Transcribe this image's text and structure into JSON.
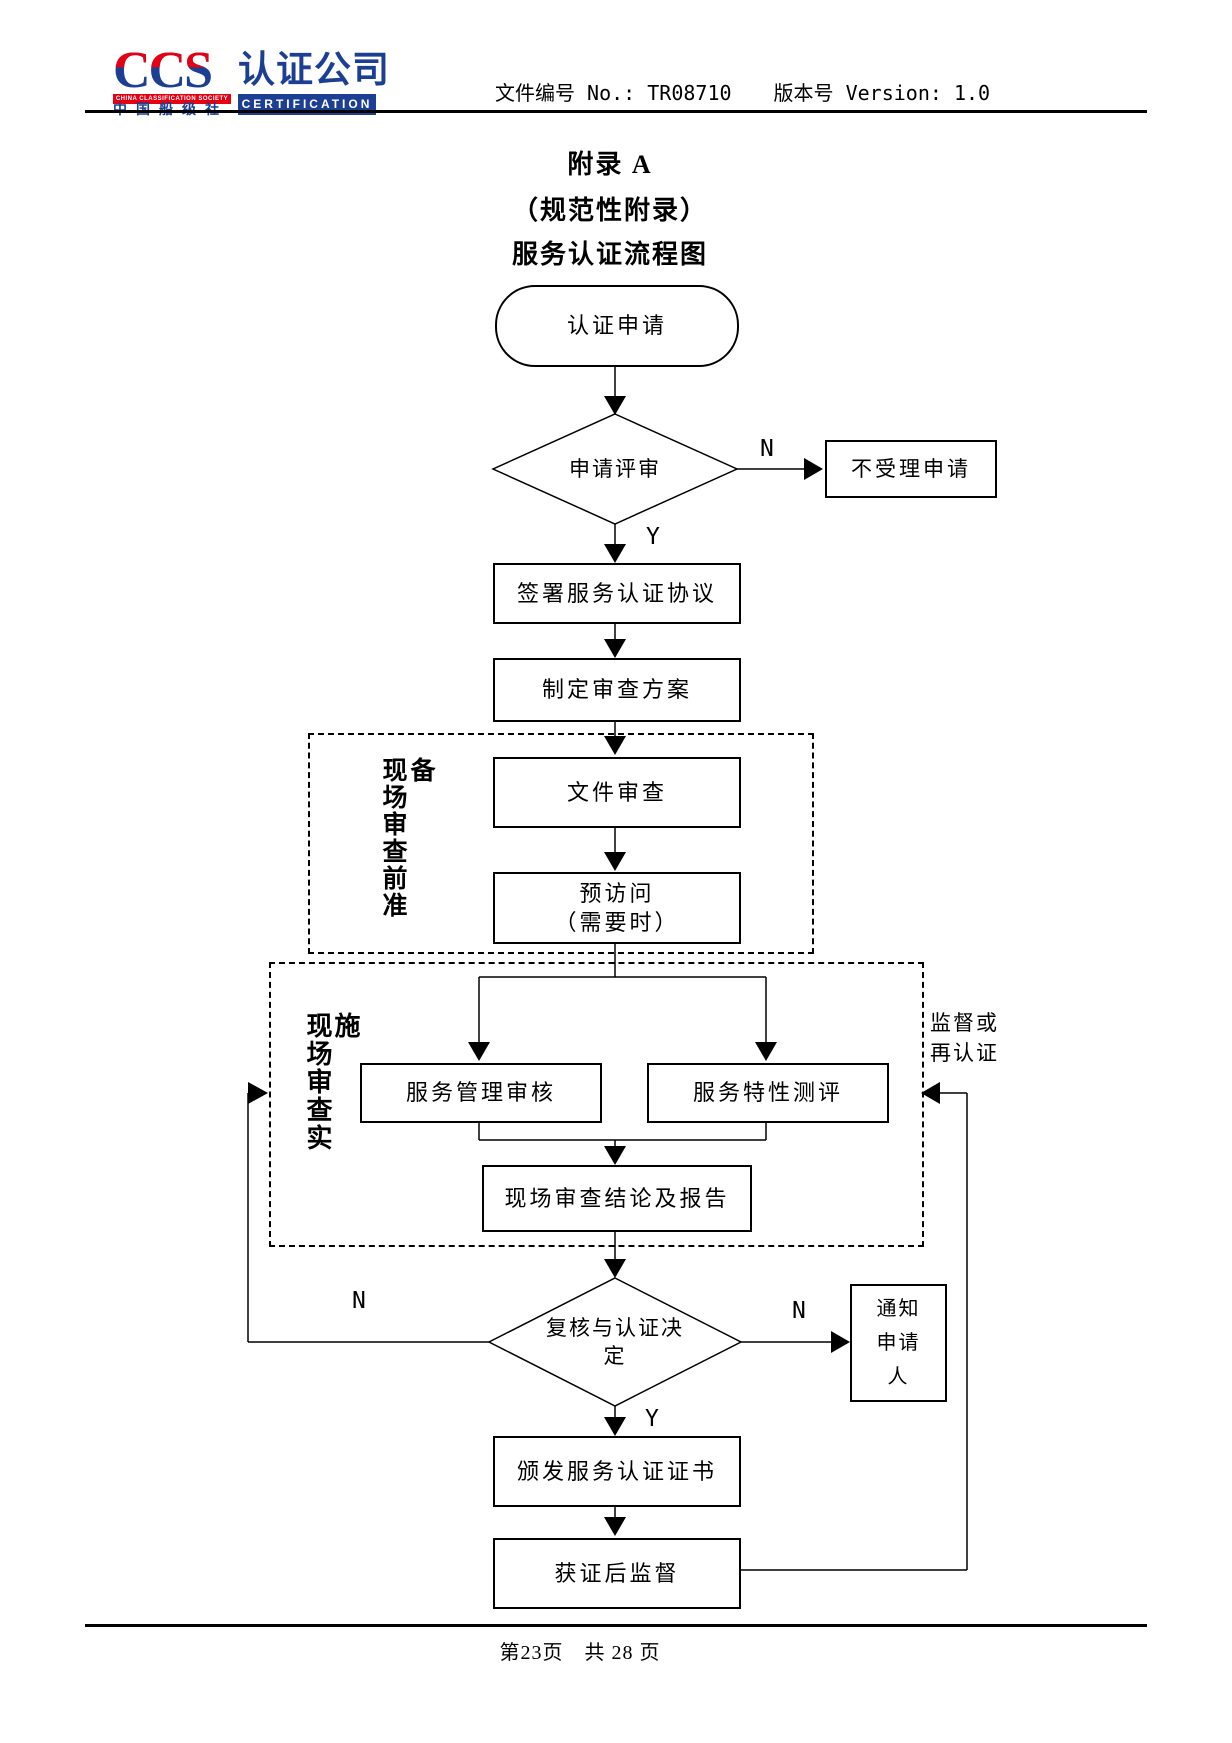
{
  "header": {
    "logo": {
      "ccs": "CCS",
      "society_en": "CHINA CLASSIFICATION SOCIETY",
      "society_cn": "中国船级社",
      "company": "认证公司",
      "certification": "CERTIFICATION",
      "brand_blue": "#1c3f94",
      "brand_red": "#e60012"
    },
    "doc_no": "文件编号 No.: TR08710",
    "version": "版本号 Version: 1.0"
  },
  "title": {
    "line1": "附录 A",
    "line2": "（规范性附录）",
    "line3": "服务认证流程图"
  },
  "flowchart": {
    "start": "认证申请",
    "decision_review": "申请评审",
    "reject": "不受理申请",
    "sign_agreement": "签署服务认证协议",
    "make_plan": "制定审查方案",
    "group_pre_audit": "现场审查前准备",
    "doc_review": "文件审查",
    "previsit_line1": "预访问",
    "previsit_line2": "（需要时）",
    "group_onsite": "现场审查实施",
    "service_mgmt_audit": "服务管理审核",
    "service_feature_eval": "服务特性测评",
    "onsite_conclusion": "现场审查结论及报告",
    "decision_final_line1": "复核与认证决",
    "decision_final_line2": "定",
    "notify_line1": "通知",
    "notify_line2": "申请",
    "notify_line3": "人",
    "issue_cert": "颁发服务认证证书",
    "post_cert_supervision": "获证后监督",
    "supervision_line1": "监督或",
    "supervision_line2": "再认证",
    "yes": "Y",
    "no": "N"
  },
  "footer": {
    "page_info": "第23页　共 28 页"
  }
}
